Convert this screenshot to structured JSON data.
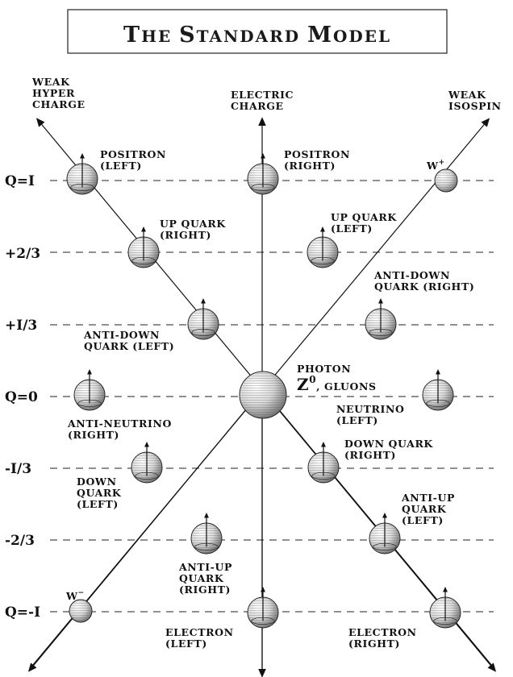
{
  "title": "The Standard Model",
  "axes": {
    "weak_hypercharge": [
      "WEAK",
      "HYPER",
      "CHARGE"
    ],
    "electric_charge": [
      "ELECTRIC",
      "CHARGE"
    ],
    "weak_isospin": [
      "WEAK",
      "ISOSPIN"
    ]
  },
  "charge_levels": [
    "Q=I",
    "+2/3",
    "+I/3",
    "Q=0",
    "-I/3",
    "-2/3",
    "Q=-I"
  ],
  "particles": {
    "positron_left": [
      "POSITRON",
      "(LEFT)"
    ],
    "positron_right": [
      "POSITRON",
      "(RIGHT)"
    ],
    "w_plus": "W",
    "w_plus_sup": "+",
    "up_quark_right": [
      "UP QUARK",
      "(RIGHT)"
    ],
    "up_quark_left": [
      "UP QUARK",
      "(LEFT)"
    ],
    "anti_down_quark_right": [
      "ANTI-DOWN",
      "QUARK (RIGHT)"
    ],
    "anti_down_quark_left": [
      "ANTI-DOWN",
      "QUARK (LEFT)"
    ],
    "photon": "PHOTON",
    "z0": "Z",
    "z0_sup": "0",
    "gluons": ", GLUONS",
    "anti_neutrino_right": [
      "ANTI-NEUTRINO",
      "(RIGHT)"
    ],
    "neutrino_left": [
      "NEUTRINO",
      "(LEFT)"
    ],
    "down_quark_left": [
      "DOWN",
      "QUARK",
      "(LEFT)"
    ],
    "down_quark_right": [
      "DOWN QUARK",
      "(RIGHT)"
    ],
    "anti_up_quark_left": [
      "ANTI-UP",
      "QUARK",
      "(LEFT)"
    ],
    "anti_up_quark_right": [
      "ANTI-UP",
      "QUARK",
      "(RIGHT)"
    ],
    "w_minus": "W",
    "w_minus_sup": "−",
    "electron_left": [
      "ELECTRON",
      "(LEFT)"
    ],
    "electron_right": [
      "ELECTRON",
      "(RIGHT)"
    ]
  },
  "colors": {
    "ink": "#111111",
    "sphere_light": "#f2f2f2",
    "sphere_dark": "#8a8a8a"
  }
}
